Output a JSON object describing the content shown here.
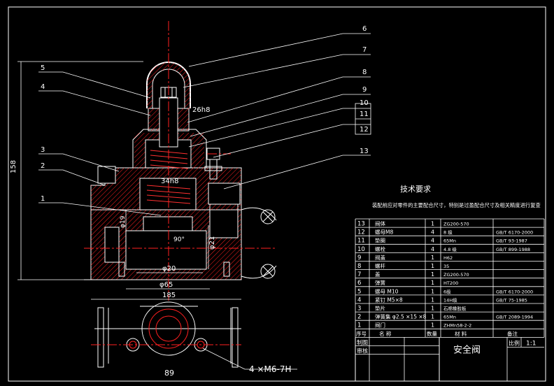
{
  "colors": {
    "background": "#000000",
    "line": "#ffffff",
    "centerline": "#ff2020",
    "hatch": "#ff2020",
    "part": "#e02020"
  },
  "dimensions": {
    "height": "158",
    "width_185": "185",
    "width_65": "φ65",
    "dia_20": "φ20",
    "dia_21": "φ21",
    "dia_19": "φ19",
    "angle_90": "90°",
    "fit_26": "26h8",
    "fit_34": "34h8",
    "bottom_89": "89",
    "thread_note": "4 ×M6-7H"
  },
  "leaders": [
    "1",
    "2",
    "3",
    "4",
    "5",
    "6",
    "7",
    "8",
    "9",
    "10",
    "11",
    "12",
    "13"
  ],
  "tech": {
    "title": "技术要求",
    "note": "装配前应对零件的主要配合尺寸，特别是过盈配合尺寸及相关精度进行复查"
  },
  "bom": {
    "rows": [
      {
        "no": "13",
        "name": "阀体",
        "qty": "1",
        "mat": "ZG200-570",
        "std": ""
      },
      {
        "no": "12",
        "name": "螺母M8",
        "qty": "4",
        "mat": "8    级",
        "std": "GB/T 6170-2000"
      },
      {
        "no": "11",
        "name": "垫圈",
        "qty": "4",
        "mat": "65Mn",
        "std": "GB/T 93-1987"
      },
      {
        "no": "10",
        "name": "螺栓",
        "qty": "4",
        "mat": "4.8    级",
        "std": "GB/T 899-1988"
      },
      {
        "no": "9",
        "name": "阀盖",
        "qty": "1",
        "mat": "H62",
        "std": ""
      },
      {
        "no": "8",
        "name": "螺杆",
        "qty": "1",
        "mat": "35",
        "std": ""
      },
      {
        "no": "7",
        "name": "盖",
        "qty": "1",
        "mat": "ZG200-570",
        "std": ""
      },
      {
        "no": "6",
        "name": "弹簧",
        "qty": "1",
        "mat": "HT200",
        "std": ""
      },
      {
        "no": "5",
        "name": "螺母 M10",
        "qty": "1",
        "mat": "6级",
        "std": "GB/T 6170-2000"
      },
      {
        "no": "4",
        "name": "紧钉 M5×8",
        "qty": "1",
        "mat": "14H级",
        "std": "GB/T 75-1985"
      },
      {
        "no": "3",
        "name": "垫片",
        "qty": "1",
        "mat": "石棉橡胶板",
        "std": ""
      },
      {
        "no": "2",
        "name": "弹簧集 φ2.5 ×15 ×8",
        "qty": "1",
        "mat": "65Mn",
        "std": "GB/T 2089-1994"
      },
      {
        "no": "1",
        "name": "阀门",
        "qty": "1",
        "mat": "ZHMn58-2-2",
        "std": ""
      }
    ],
    "header": {
      "no": "序号",
      "name": "名  称",
      "qty": "数量",
      "mat": "材  料",
      "std": "备注"
    },
    "title_block": {
      "draw": "制图",
      "check": "审核",
      "name": "安全阀",
      "scale_label": "比例",
      "scale": "1:1"
    }
  }
}
